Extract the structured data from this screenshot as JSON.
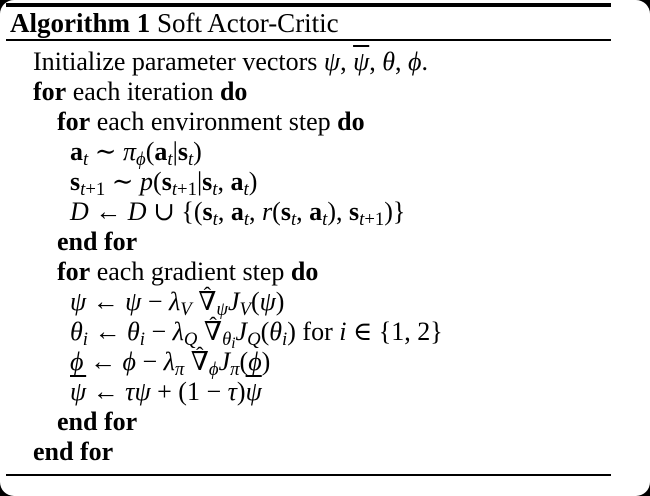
{
  "title": {
    "label": "Algorithm 1 ",
    "name": "Soft Actor-Critic",
    "full_text": "Algorithm 1 Soft Actor-Critic"
  },
  "colors": {
    "text": "#000000",
    "background": "#ffffff",
    "rule": "#000000",
    "corner_background": "#000000"
  },
  "algorithm": {
    "lines": [
      {
        "indent": 0,
        "text": "Initialize parameter vectors ψ, ψ̄, θ, ϕ.",
        "html": "Initialize parameter vectors <i>ψ</i>, <span class='ov'><i>ψ</i></span>, <i>θ</i>, <i>ϕ</i>."
      },
      {
        "indent": 0,
        "text": "for each iteration do",
        "html": "<b>for</b> each iteration <b>do</b>"
      },
      {
        "indent": 1,
        "text": "for each environment step do",
        "html": "<b>for</b> each environment step <b>do</b>"
      },
      {
        "indent": 2,
        "text": "aₜ ∼ π_ϕ(aₜ|sₜ)",
        "html": "<b>a</b><sub><i>t</i></sub> ∼ <i>π</i><sub><i>ϕ</i></sub>(<b>a</b><sub><i>t</i></sub>|<b>s</b><sub><i>t</i></sub>)"
      },
      {
        "indent": 2,
        "text": "sₜ₊₁ ∼ p(sₜ₊₁|sₜ, aₜ)",
        "html": "<b>s</b><sub><i>t</i>+1</sub> ∼ <i>p</i>(<b>s</b><sub><i>t</i>+1</sub>|<b>s</b><sub><i>t</i></sub>, <b>a</b><sub><i>t</i></sub>)"
      },
      {
        "indent": 2,
        "text": "D ← D ∪ {(sₜ, aₜ, r(sₜ, aₜ), sₜ₊₁)}",
        "html": "<i>D</i> ← <i>D</i> ∪ {(<b>s</b><sub><i>t</i></sub>, <b>a</b><sub><i>t</i></sub>, <i>r</i>(<b>s</b><sub><i>t</i></sub>, <b>a</b><sub><i>t</i></sub>), <b>s</b><sub><i>t</i>+1</sub>)}"
      },
      {
        "indent": 1,
        "text": "end for",
        "html": "<b>end for</b>"
      },
      {
        "indent": 1,
        "text": "for each gradient step do",
        "html": "<b>for</b> each gradient step <b>do</b>"
      },
      {
        "indent": 2,
        "text": "ψ ← ψ − λ_V ∇̂_ψ J_V(ψ)",
        "html": "<i>ψ</i> ← <i>ψ</i> − <i>λ</i><sub><i>V</i></sub> <span class='hat'><span class='hatmark'>ˆ</span>∇</span><sub><i>ψ</i></sub><i>J</i><sub><i>V</i></sub>(<i>ψ</i>)"
      },
      {
        "indent": 2,
        "text": "θᵢ ← θᵢ − λ_Q ∇̂_θᵢ J_Q(θᵢ) for i ∈ {1, 2}",
        "html": "<i>θ</i><sub><i>i</i></sub> ← <i>θ</i><sub><i>i</i></sub> − <i>λ</i><sub><i>Q</i></sub> <span class='hat'><span class='hatmark'>ˆ</span>∇</span><sub><i>θ</i><sub><i>i</i></sub></sub><i>J</i><sub><i>Q</i></sub>(<i>θ</i><sub><i>i</i></sub>) for <i>i</i> ∈ {1, 2}"
      },
      {
        "indent": 2,
        "text": "ϕ ← ϕ − λ_π ∇̂_ϕ J_π(ϕ)",
        "html": "<i>ϕ</i> ← <i>ϕ</i> − <i>λ</i><sub><i>π</i></sub> <span class='hat'><span class='hatmark'>ˆ</span>∇</span><sub><i>ϕ</i></sub><i>J</i><sub><i>π</i></sub>(<i>ϕ</i>)"
      },
      {
        "indent": 2,
        "text": "ψ̄ ← τψ + (1 − τ)ψ̄",
        "html": "<span class='ov'><i>ψ</i></span> ← <i>τψ</i> + (1 − <i>τ</i>)<span class='ov'><i>ψ</i></span>"
      },
      {
        "indent": 1,
        "text": "end for",
        "html": "<b>end for</b>"
      },
      {
        "indent": 0,
        "text": "end for",
        "html": "<b>end for</b>"
      }
    ]
  }
}
